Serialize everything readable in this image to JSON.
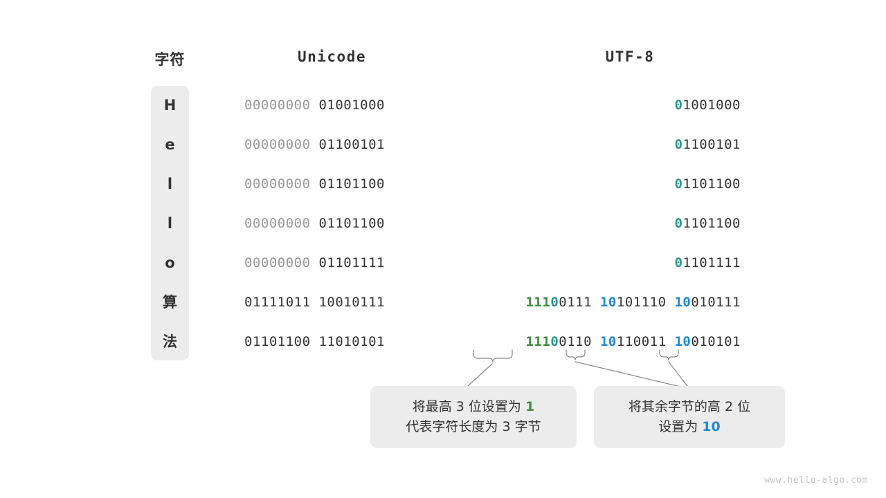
{
  "headers": {
    "character": "字符",
    "unicode": "Unicode",
    "utf8": "UTF-8"
  },
  "rows": [
    {
      "char": "H",
      "unicode_high": "00000000",
      "unicode_low": "01001000",
      "utf8_segments": [
        {
          "text": "0",
          "color": "teal"
        },
        {
          "text": "1001000",
          "color": "dark"
        }
      ]
    },
    {
      "char": "e",
      "unicode_high": "00000000",
      "unicode_low": "01100101",
      "utf8_segments": [
        {
          "text": "0",
          "color": "teal"
        },
        {
          "text": "1100101",
          "color": "dark"
        }
      ]
    },
    {
      "char": "l",
      "unicode_high": "00000000",
      "unicode_low": "01101100",
      "utf8_segments": [
        {
          "text": "0",
          "color": "teal"
        },
        {
          "text": "1101100",
          "color": "dark"
        }
      ]
    },
    {
      "char": "l",
      "unicode_high": "00000000",
      "unicode_low": "01101100",
      "utf8_segments": [
        {
          "text": "0",
          "color": "teal"
        },
        {
          "text": "1101100",
          "color": "dark"
        }
      ]
    },
    {
      "char": "o",
      "unicode_high": "00000000",
      "unicode_low": "01101111",
      "utf8_segments": [
        {
          "text": "0",
          "color": "teal"
        },
        {
          "text": "1101111",
          "color": "dark"
        }
      ]
    },
    {
      "char": "算",
      "unicode_high": "01111011",
      "unicode_low": "10010111",
      "utf8_segments": [
        {
          "text": "111",
          "color": "green"
        },
        {
          "text": "0",
          "color": "teal"
        },
        {
          "text": "0111",
          "color": "dark"
        },
        {
          "text": " ",
          "color": "dark"
        },
        {
          "text": "10",
          "color": "blue"
        },
        {
          "text": "101110",
          "color": "dark"
        },
        {
          "text": " ",
          "color": "dark"
        },
        {
          "text": "10",
          "color": "blue"
        },
        {
          "text": "010111",
          "color": "dark"
        }
      ]
    },
    {
      "char": "法",
      "unicode_high": "01101100",
      "unicode_low": "11010101",
      "utf8_segments": [
        {
          "text": "111",
          "color": "green"
        },
        {
          "text": "0",
          "color": "teal"
        },
        {
          "text": "0110",
          "color": "dark"
        },
        {
          "text": " ",
          "color": "dark"
        },
        {
          "text": "10",
          "color": "blue"
        },
        {
          "text": "110011",
          "color": "dark"
        },
        {
          "text": " ",
          "color": "dark"
        },
        {
          "text": "10",
          "color": "blue"
        },
        {
          "text": "010101",
          "color": "dark"
        }
      ]
    }
  ],
  "callouts": [
    {
      "line1_pre": "将最高 3 位设置为 ",
      "line1_hl": "1",
      "line2": "代表字符长度为 3 字节"
    },
    {
      "line1": "将其余字节的高 2 位",
      "line2_pre": "设置为 ",
      "line2_hl": "10"
    }
  ],
  "watermark": "www.hello-algo.com",
  "colors": {
    "green": "#3d8c40",
    "teal": "#2e9688",
    "blue": "#1e88d8",
    "dim": "#999999",
    "dark": "#333333",
    "panel": "#ececec"
  }
}
